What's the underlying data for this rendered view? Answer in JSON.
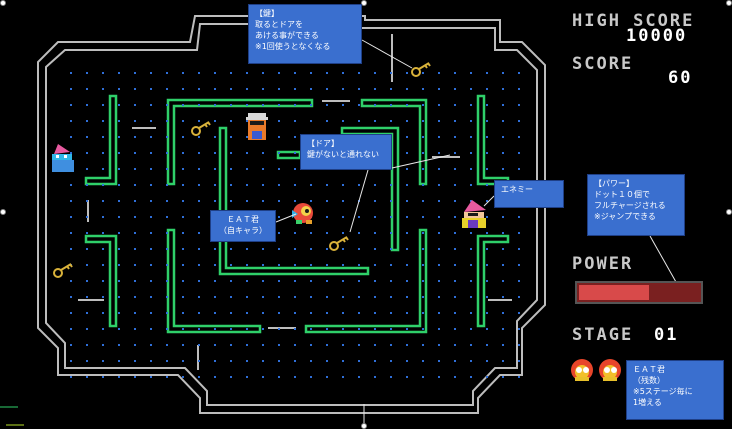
{
  "hud": {
    "high_score_label": "HIGH SCORE",
    "high_score_value": "10000",
    "score_label": "SCORE",
    "score_value": "60",
    "power_label": "POWER",
    "power_level": 0.58,
    "stage_label": "STAGE",
    "stage_value": "01",
    "lives_remaining": 2
  },
  "callouts": {
    "key": "【鍵】\n取るとドアを\nあける事ができる\n※1回使うとなくなる",
    "door": "【ドア】\n鍵がないと通れない",
    "player": "ＥＡＴ君\n（自キャラ）",
    "enemy": "エネミー",
    "power": "【パワー】\nドット１０個で\nフルチャージされる\n※ジャンプできる",
    "lives": "ＥＡＴ君\n（残数）\n※5ステージ毎に\n1増える"
  },
  "colors": {
    "outer_wall": "#bdbdbd",
    "inner_wall": "#2fd06a",
    "dot": "#2f6fd8",
    "key": "#d9b23a",
    "callout_bg": "#3a6fcf",
    "power_fill": "#d84a4a",
    "power_empty": "#7a2020"
  },
  "sprites": {
    "keys": 4,
    "enemies": 3,
    "player": "eat-kun"
  }
}
